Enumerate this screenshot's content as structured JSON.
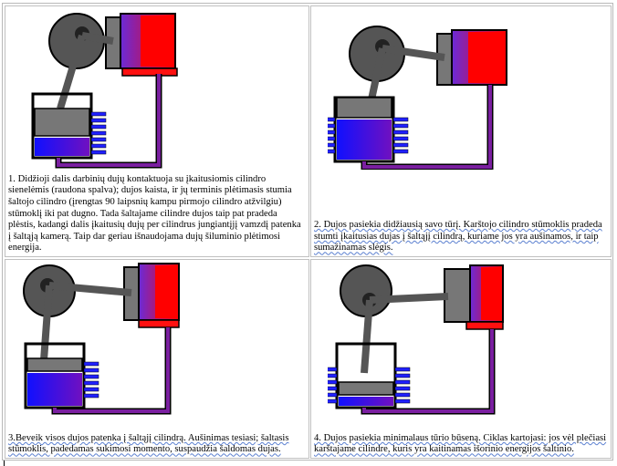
{
  "captions": {
    "step1": "1. Didžioji dalis darbinių dujų kontaktuoja su įkaitusiomis cilindro sienelėmis (raudona spalva); dujos kaista, ir jų terminis plėtimasis stumia šaltojo cilindro (įrengtas 90 laipsnių kampu pirmojo cilindro atžvilgiu) stūmoklį iki pat dugno. Tada šaltajame cilindre dujos taip pat pradeda plėstis, kadangi dalis įkaitusių dujų per cilindrus jungiantįjį vamzdį patenka į šaltąją kamerą. Taip dar geriau išnaudojama dujų šiluminio plėtimosi energija.",
    "step2": "2. Dujos pasiekia didžiausią savo tūrį. Karštojo cilindro stūmoklis pradeda stumti įkaitusias dujas į šaltąjį cilindrą, kuriame jos yra aušinamos, ir taip sumažinamas slėgis.",
    "step3": "3.Beveik visos dujos patenka į šaltąjį cilindrą. Aušinimas tesiasi; šaltasis stūmoklis, padedamas sukimosi momento, suspaudžia šaldomas dujas.",
    "step4": "4. Dujos pasiekia minimalaus tūrio būseną. Ciklas kartojasi: jos vėl plečiasi karštajame cilindre, kuris yra kaitinamas išorinio energijos šaltinio."
  },
  "colors": {
    "hot": "#ff0000",
    "cold": "#0000ff",
    "gas_mix": "#8000c0",
    "metal": "#808080",
    "outline": "#000000",
    "pipe": "#7a1fa0"
  },
  "icons": [
    "stirling-engine-diagram"
  ]
}
